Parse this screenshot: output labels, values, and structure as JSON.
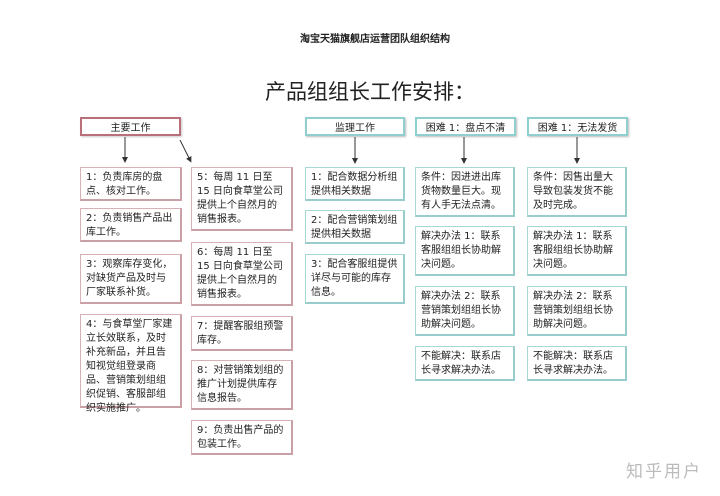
{
  "header": {
    "org_title": "淘宝天猫旗舰店运营团队组织结构",
    "main_title": "产品组组长工作安排："
  },
  "main_work": {
    "label": "主要工作",
    "col1": [
      "1：负责库房的盘点、核对工作。",
      "2：负责销售产品出库工作。",
      "3：观察库存变化，对缺货产品及时与厂家联系补货。",
      "4：与食草堂厂家建立长效联系，及时补充新品，并且告知视觉组登录商品、营销策划组组织促销、客服部组织实施推广。"
    ],
    "col2": [
      "5：每周 11 日至 15 日向食草堂公司提供上个自然月的销售报表。",
      "6：每周 11 日至 15 日向食草堂公司提供上个自然月的销售报表。",
      "7：提醒客服组预警库存。",
      "8：对营销策划组的推广计划提供库存信息报告。",
      "9：负责出售产品的包装工作。"
    ]
  },
  "supervise": {
    "label": "监理工作",
    "items": [
      "1：配合数据分析组提供相关数据",
      "2：配合营销策划组提供相关数据",
      "3：配合客服组提供详尽与可能的库存信息。"
    ]
  },
  "difficulty1": {
    "label": "困难 1：盘点不清",
    "items": [
      "条件：因进进出库货物数量巨大。现有人手无法点清。",
      "解决办法 1：联系客服组组长协助解决问题。",
      "解决办法 2：联系营销策划组组长协助解决问题。",
      "不能解决：联系店长寻求解决办法。"
    ]
  },
  "difficulty2": {
    "label": "困难 1：无法发货",
    "items": [
      "条件：因售出量大导致包装发货不能及时完成。",
      "解决办法 1：联系客服组组长协助解决问题。",
      "解决办法 2：联系营销策划组组长协助解决问题。",
      "不能解决：联系店长寻求解决办法。"
    ]
  },
  "watermark": "知乎用户"
}
